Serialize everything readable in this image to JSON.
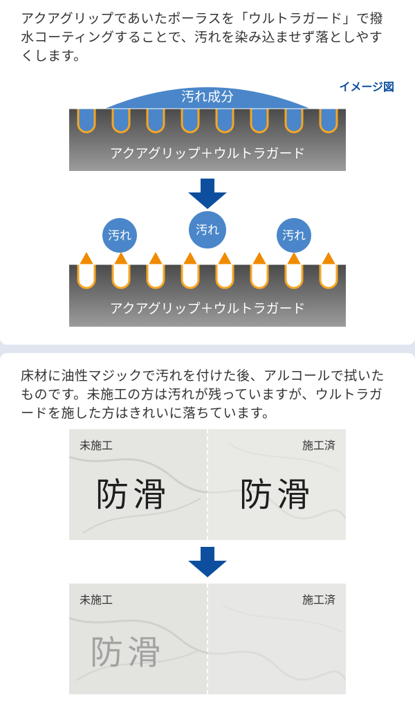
{
  "section1": {
    "description": "アクアグリップであいたポーラスを「ウルトラガード」で撥水コーティングすることで、汚れを染み込ませず落としやすくします。",
    "image_note": "イメージ図",
    "diagram_top": {
      "stain_label": "汚れ成分",
      "material_label": "アクアグリップ＋ウルトラガード"
    },
    "diagram_bottom": {
      "stain_labels": [
        "汚れ",
        "汚れ",
        "汚れ"
      ],
      "material_label": "アクアグリップ＋ウルトラガード"
    },
    "colors": {
      "stain_blue": "#4a86c9",
      "arrow_blue": "#0d4f9e",
      "arrow_orange": "#f08a00",
      "coating": "#f5a623"
    }
  },
  "section2": {
    "description": "床材に油性マジックで汚れを付けた後、アルコールで拭いたものです。未施工の方は汚れが残っていますが、ウルトラガードを施した方はきれいに落ちています。",
    "before_photo": {
      "left_label": "未施工",
      "right_label": "施工済",
      "left_text": "防滑",
      "right_text": "防滑"
    },
    "after_photo": {
      "left_label": "未施工",
      "right_label": "施工済",
      "left_text": "防滑"
    }
  }
}
